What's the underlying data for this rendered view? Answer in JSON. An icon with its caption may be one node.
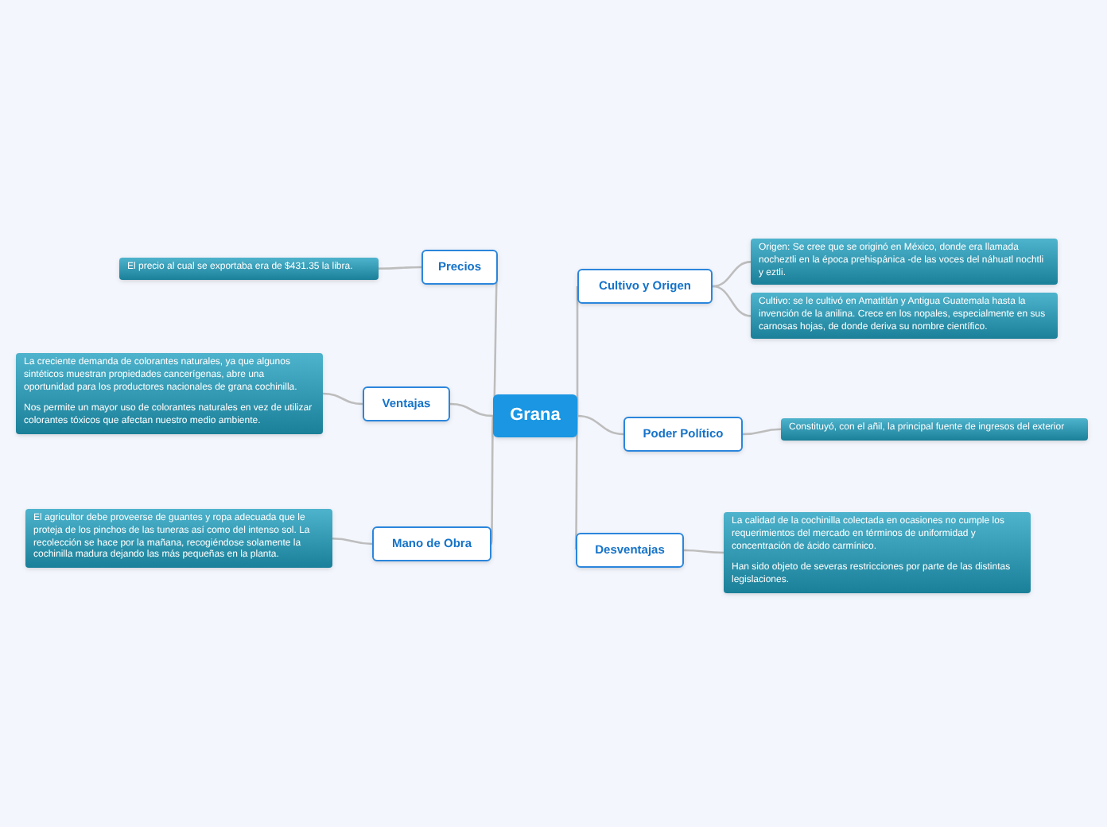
{
  "diagram": {
    "nodes": [
      {
        "text": [
          "Grana"
        ]
      },
      {
        "text": [
          "Precios"
        ]
      },
      {
        "text": [
          "El precio al cual se exportaba era de $431.35 la libra."
        ]
      },
      {
        "text": [
          "Ventajas"
        ]
      },
      {
        "text": [
          "La creciente demanda de colorantes naturales, ya que algunos sintéticos muestran propiedades cancerígenas, abre una oportunidad para los productores nacionales de grana cochinilla.",
          "Nos permite un mayor uso de colorantes naturales en vez de utilizar colorantes tóxicos que afectan nuestro medio ambiente."
        ]
      },
      {
        "text": [
          "Mano de Obra"
        ]
      },
      {
        "text": [
          "El agricultor debe proveerse de guantes y ropa adecuada que le proteja de los pinchos de las tuneras así como del intenso sol. La recolección se hace por la mañana, recogiéndose solamente la cochinilla madura dejando las más pequeñas en la planta."
        ]
      },
      {
        "text": [
          "Cultivo y Origen"
        ]
      },
      {
        "text": [
          "Origen: Se cree que se originó en México, donde era llamada nocheztli en la época prehispánica -de las voces del náhuatl nochtli y eztli."
        ]
      },
      {
        "text": [
          "Cultivo: se le cultivó en Amatitlán y Antigua Guatemala hasta la invención de la anilina. Crece en los nopales, especialmente en sus carnosas hojas, de donde deriva su nombre científico."
        ]
      },
      {
        "text": [
          "Poder Político"
        ]
      },
      {
        "text": [
          "Constituyó, con el añil, la principal fuente de ingresos del exterior"
        ]
      },
      {
        "text": [
          "Desventajas"
        ]
      },
      {
        "text": [
          "La calidad de la cochinilla colectada en ocasiones no cumple los requerimientos del mercado en términos de uniformidad y concentración de ácido carmínico.",
          "Han sido objeto de severas restricciones por parte de las distintas legislaciones."
        ]
      }
    ],
    "edges": [
      {
        "from": 0,
        "to": 1,
        "arrow": "none"
      },
      {
        "from": 1,
        "to": 2,
        "arrow": "none"
      },
      {
        "from": 0,
        "to": 3,
        "arrow": "none"
      },
      {
        "from": 3,
        "to": 4,
        "arrow": "none"
      },
      {
        "from": 0,
        "to": 5,
        "arrow": "none"
      },
      {
        "from": 5,
        "to": 6,
        "arrow": "none"
      },
      {
        "from": 0,
        "to": 7,
        "arrow": "none"
      },
      {
        "from": 7,
        "to": 8,
        "arrow": "none"
      },
      {
        "from": 7,
        "to": 9,
        "arrow": "none"
      },
      {
        "from": 0,
        "to": 10,
        "arrow": "none"
      },
      {
        "from": 10,
        "to": 11,
        "arrow": "none"
      },
      {
        "from": 0,
        "to": 12,
        "arrow": "none"
      },
      {
        "from": 12,
        "to": 13,
        "arrow": "none"
      }
    ]
  }
}
